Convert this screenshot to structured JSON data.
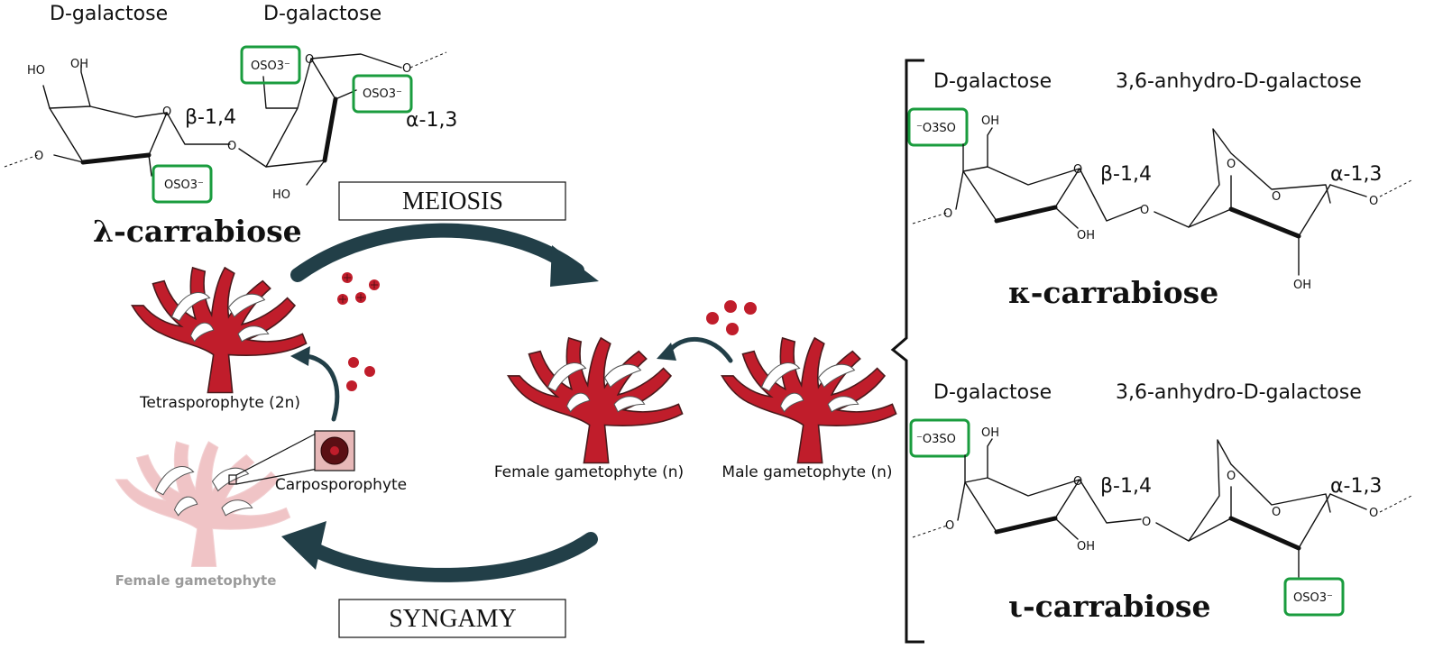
{
  "lambda": {
    "left_unit_label": "D-galactose",
    "right_unit_label": "D-galactose",
    "beta_link": "β-1,4",
    "alpha_link": "α-1,3",
    "name": "λ-carrabiose",
    "atoms": {
      "ho": "HO",
      "oh": "OH",
      "o": "O",
      "oso3": "OSO3⁻"
    }
  },
  "kappa": {
    "left_unit_label": "D-galactose",
    "right_unit_label": "3,6-anhydro-D-galactose",
    "beta_link": "β-1,4",
    "alpha_link": "α-1,3",
    "name": "κ-carrabiose",
    "atoms": {
      "o3so": "⁻O3SO",
      "oh": "OH",
      "o": "O"
    }
  },
  "iota": {
    "left_unit_label": "D-galactose",
    "right_unit_label": "3,6-anhydro-D-galactose",
    "beta_link": "β-1,4",
    "alpha_link": "α-1,3",
    "name": "ι-carrabiose",
    "atoms": {
      "o3so": "⁻O3SO",
      "oh": "OH",
      "o": "O",
      "oso3": "OSO3⁻"
    }
  },
  "cycle": {
    "meiosis_label": "MEIOSIS",
    "syngamy_label": "SYNGAMY",
    "tetrasporophyte_label": "Tetrasporophyte (2n)",
    "female_gametophyte_label": "Female gametophyte (n)",
    "male_gametophyte_label": "Male gametophyte (n)",
    "carposporophyte_label": "Carposporophyte",
    "faded_female_label": "Female gametophyte"
  },
  "colors": {
    "alga_red": "#c01d2b",
    "arrow_teal": "#223f48",
    "sulfate_box_green": "#1a9c3e"
  }
}
